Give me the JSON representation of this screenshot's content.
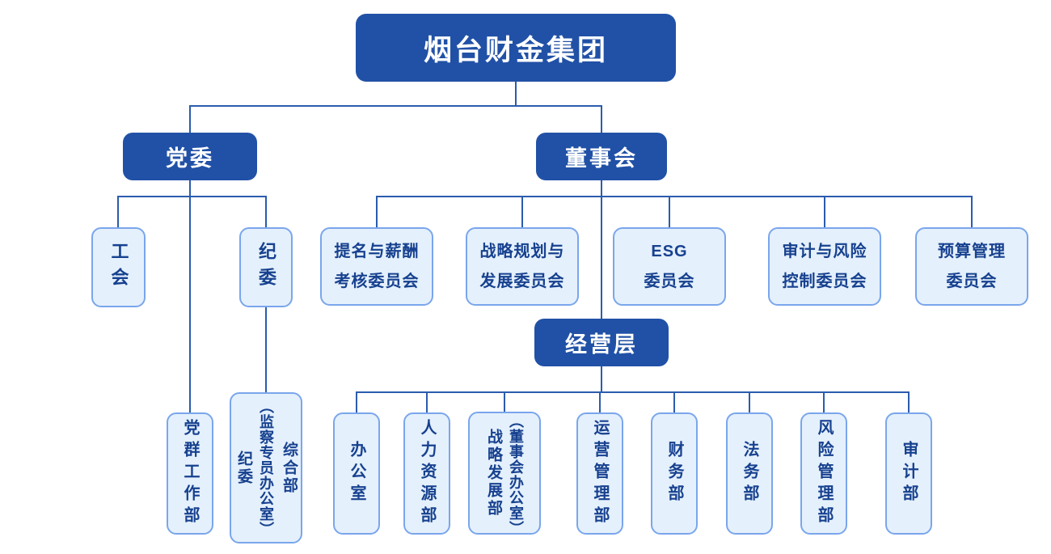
{
  "palette": {
    "primary_blue": "#2151a6",
    "light_fill": "#e4f0fc",
    "light_border": "#7aa6ec",
    "text_navy": "#17418f",
    "line_blue": "#2b5cad",
    "background": "#ffffff"
  },
  "org": {
    "root": "烟台财金集团",
    "party_committee": "党委",
    "board": "董事会",
    "management": "经营层",
    "party_children": {
      "union": "工会",
      "discipline": "纪委"
    },
    "party_departments": {
      "party_mass_work": "党群工作部",
      "general_office_discipline": {
        "columns_right_to_left": [
          "综合部",
          "（监察专员办公室）",
          "纪委"
        ]
      }
    },
    "board_committees": [
      {
        "lines": [
          "提名与薪酬",
          "考核委员会"
        ]
      },
      {
        "lines": [
          "战略规划与",
          "发展委员会"
        ]
      },
      {
        "lines": [
          "ESG",
          "委员会"
        ]
      },
      {
        "lines": [
          "审计与风险",
          "控制委员会"
        ]
      },
      {
        "lines": [
          "预算管理",
          "委员会"
        ]
      }
    ],
    "management_departments": {
      "office": "办公室",
      "human_resources": "人力资源部",
      "strategy_development": {
        "columns_right_to_left": [
          "（董事会办公室）",
          "战略发展部"
        ]
      },
      "operations": "运营管理部",
      "finance": "财务部",
      "legal": "法务部",
      "risk": "风险管理部",
      "audit": "审计部"
    }
  }
}
